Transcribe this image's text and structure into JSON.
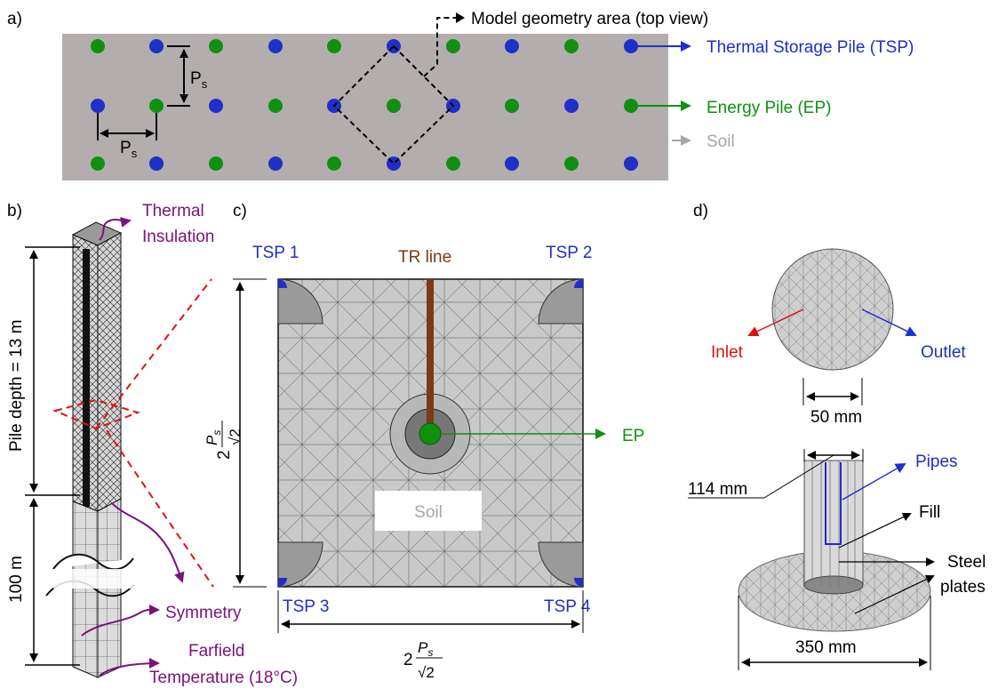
{
  "panels": {
    "a": "a)",
    "b": "b)",
    "c": "c)",
    "d": "d)"
  },
  "panel_a": {
    "model_area_label": "Model geometry area (top view)",
    "tsp_label": "Thermal Storage Pile (TSP)",
    "ep_label": "Energy Pile (EP)",
    "soil_label": "Soil",
    "ps_vertical": "P",
    "ps_horizontal": "P",
    "ps_subscript": "s"
  },
  "panel_b": {
    "thermal_insulation_1": "Thermal",
    "thermal_insulation_2": "Insulation",
    "pile_depth": "Pile depth = 13 m",
    "depth_100": "100 m",
    "symmetry": "Symmetry",
    "farfield_1": "Farfield",
    "farfield_2": "Temperature (18°C)"
  },
  "panel_c": {
    "tsp1": "TSP 1",
    "tsp2": "TSP 2",
    "tsp3": "TSP 3",
    "tsp4": "TSP 4",
    "tr_line": "TR line",
    "ep": "EP",
    "soil": "Soil",
    "dim_coef": "2",
    "dim_num": "P",
    "dim_num_sub": "s",
    "dim_den": "√2"
  },
  "panel_d": {
    "inlet": "Inlet",
    "outlet": "Outlet",
    "dim_50": "50 mm",
    "pipes": "Pipes",
    "dim_114": "114 mm",
    "fill": "Fill",
    "steel_1": "Steel",
    "steel_2": "plates",
    "dim_350": "350 mm"
  },
  "colors": {
    "tsp": "#1f2fc8",
    "ep": "#118f11",
    "soil": "#a6a6a6",
    "plot_bg": "#b3adad",
    "mesh_bg": "#c9c9c9",
    "insulation": "#7a127a",
    "tr_line": "#7b3a12",
    "inlet": "#e01010"
  }
}
